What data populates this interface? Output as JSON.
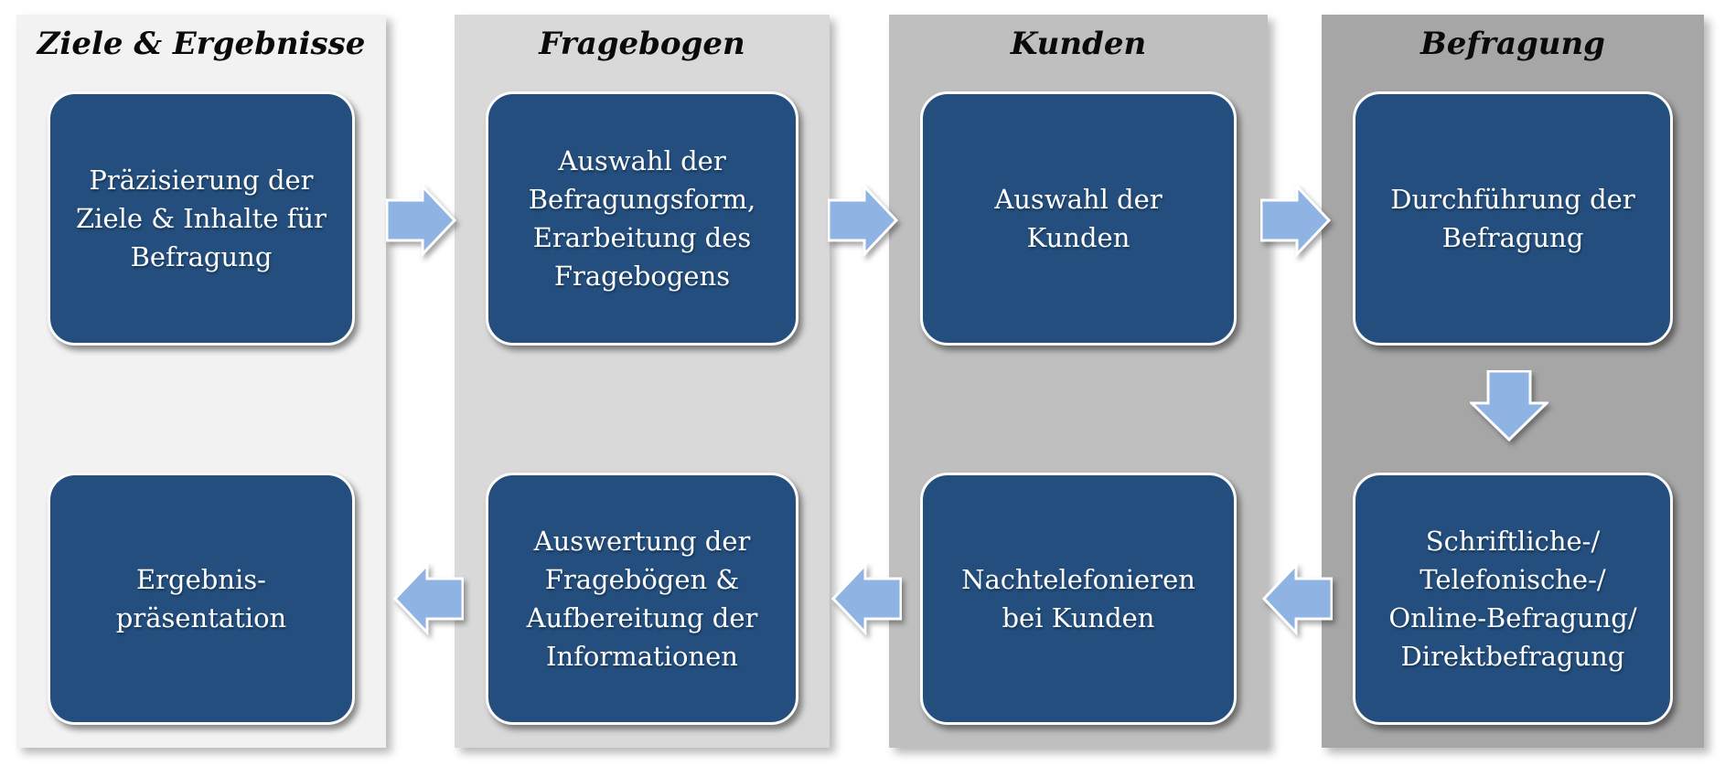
{
  "figure": {
    "description": "Kundenbefragung Prozessdiagramm",
    "box_color": "#234e7d",
    "arrow_color": "#8fb3e2",
    "title_color": "#0a0a0a",
    "box_text_color": "#ffffff"
  },
  "columns": [
    {
      "title": "Ziele & Ergebnisse",
      "bg": "#f2f2f2",
      "top_box": "Präzisierung der\nZiele & Inhalte für\nBefragung",
      "bottom_box": "Ergebnis-\npräsentation"
    },
    {
      "title": "Fragebogen",
      "bg": "#d9d9d9",
      "top_box": "Auswahl der\nBefragungsform,\nErarbeitung des\nFragebogens",
      "bottom_box": "Auswertung der\nFragebögen &\nAufbereitung der\nInformationen"
    },
    {
      "title": "Kunden",
      "bg": "#bfbfbf",
      "top_box": "Auswahl der\nKunden",
      "bottom_box": "Nachtelefonieren\nbei Kunden"
    },
    {
      "title": "Befragung",
      "bg": "#a6a6a6",
      "top_box": "Durchführung der\nBefragung",
      "bottom_box": "Schriftliche-/\nTelefonische-/\nOnline-Befragung/\nDirektbefragung"
    }
  ]
}
